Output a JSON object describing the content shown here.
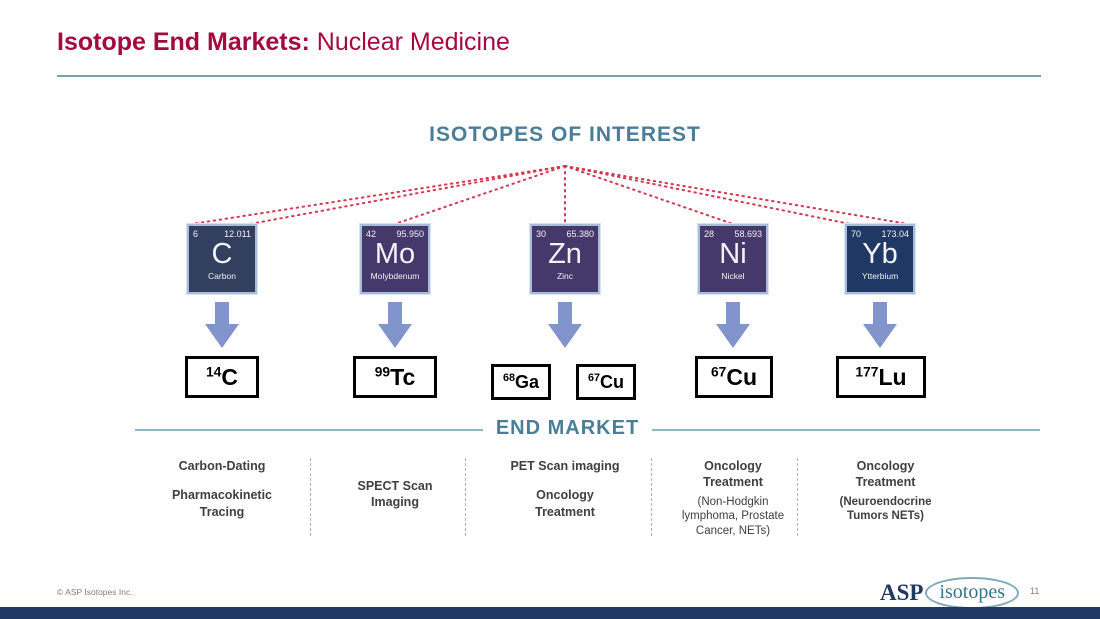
{
  "slide": {
    "title_bold": "Isotope End Markets:",
    "title_regular": " Nuclear Medicine",
    "section_heading": "ISOTOPES OF INTEREST",
    "end_market_heading": "END MARKET"
  },
  "colors": {
    "title_red": "#A6093D",
    "heading_teal": "#4A7E98",
    "arrow_blue": "#8194CB",
    "dotted_line_red": "#D63852",
    "footer_navy": "#1F3864"
  },
  "elements": [
    {
      "number": "6",
      "mass": "12.011",
      "symbol": "C",
      "name": "Carbon",
      "bg": "#333F5E"
    },
    {
      "number": "42",
      "mass": "95.950",
      "symbol": "Mo",
      "name": "Molybdenum",
      "bg": "#45396B"
    },
    {
      "number": "30",
      "mass": "65.380",
      "symbol": "Zn",
      "name": "Zinc",
      "bg": "#45396B"
    },
    {
      "number": "28",
      "mass": "58.693",
      "symbol": "Ni",
      "name": "Nickel",
      "bg": "#45396B"
    },
    {
      "number": "70",
      "mass": "173.04",
      "symbol": "Yb",
      "name": "Ytterbium",
      "bg": "#1F3864"
    }
  ],
  "isotopes": {
    "c14": {
      "sup": "14",
      "sym": "C"
    },
    "tc99": {
      "sup": "99",
      "sym": "Tc"
    },
    "ga68": {
      "sup": "68",
      "sym": "Ga"
    },
    "cu67a": {
      "sup": "67",
      "sym": "Cu"
    },
    "cu67b": {
      "sup": "67",
      "sym": "Cu"
    },
    "lu177": {
      "sup": "177",
      "sym": "Lu"
    }
  },
  "end_markets": [
    {
      "item1": "Carbon-Dating",
      "item2": "Pharmacokinetic Tracing"
    },
    {
      "item1": "SPECT Scan Imaging",
      "item2": ""
    },
    {
      "item1": "PET Scan imaging",
      "item2": "Oncology Treatment"
    },
    {
      "item1": "Oncology Treatment",
      "item2": "(Non-Hodgkin lymphoma, Prostate Cancer, NETs)"
    },
    {
      "item1": "Oncology Treatment",
      "item2": "(Neuroendocrine Tumors NETs)"
    }
  ],
  "footer": {
    "copyright": "© ASP Isotopes Inc.",
    "logo_asp": "ASP",
    "logo_isotopes": "isotopes",
    "page_number": "11"
  }
}
